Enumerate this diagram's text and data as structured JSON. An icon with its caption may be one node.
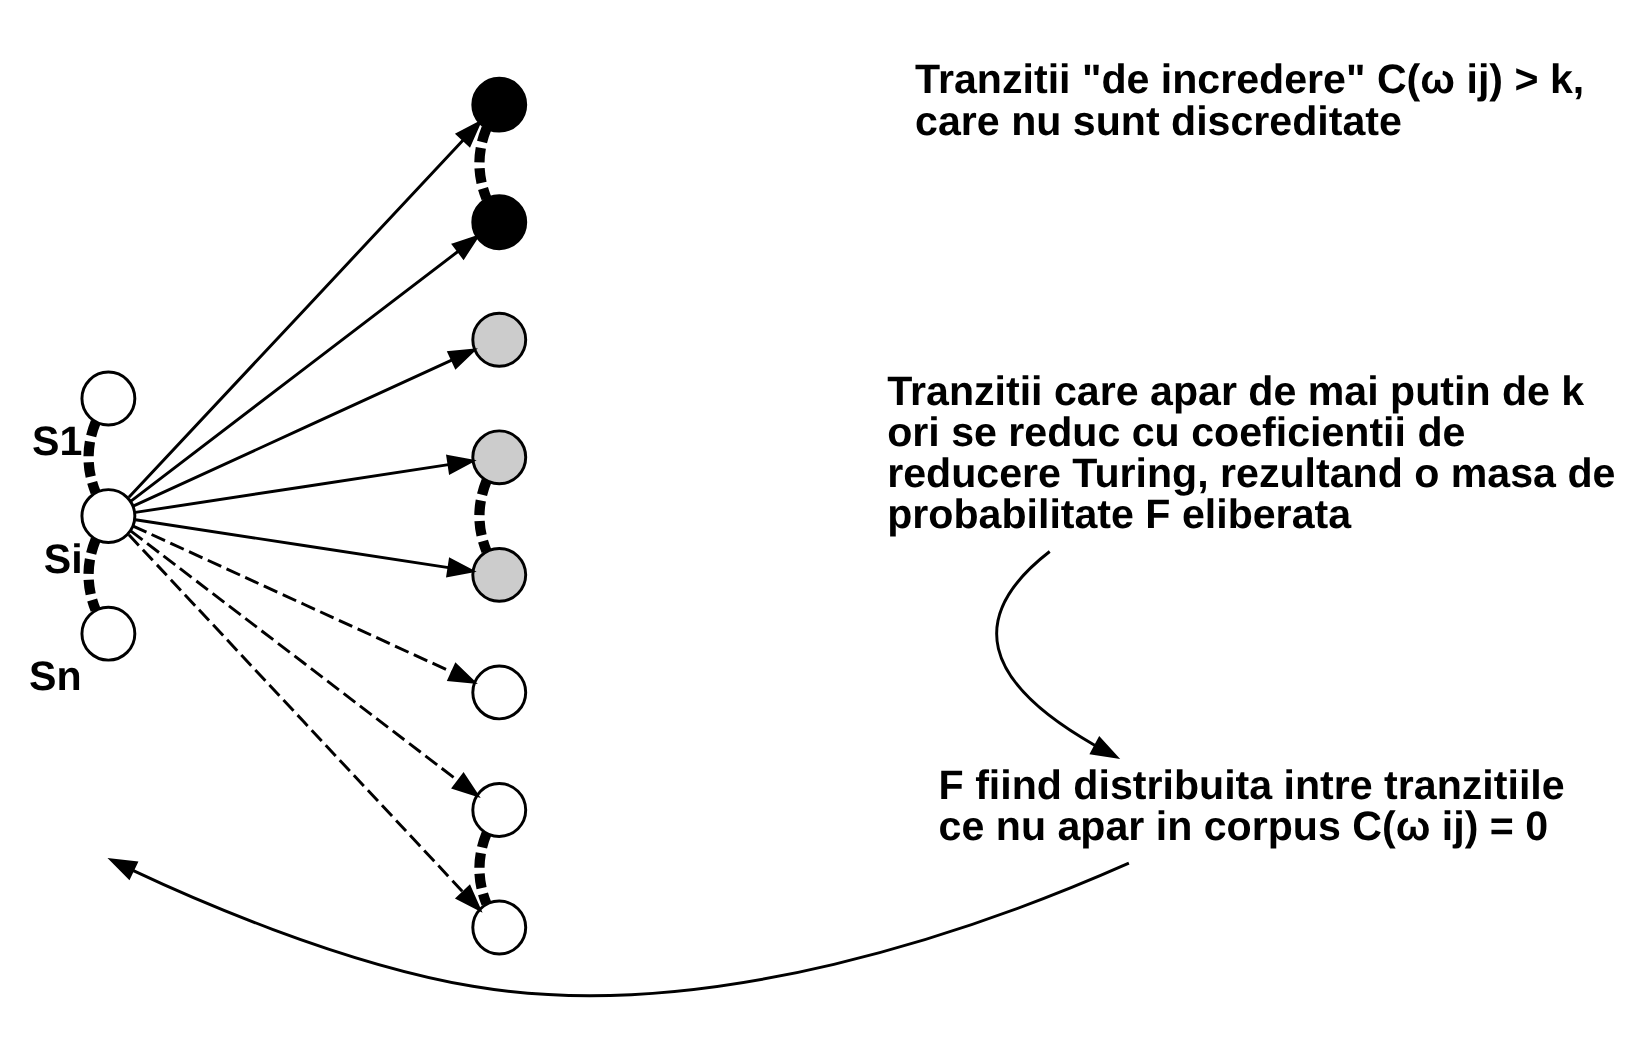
{
  "diagram": {
    "nodes": [
      {
        "text": [],
        "shape": "circle",
        "beside": [
          "S1"
        ]
      },
      {
        "text": [],
        "shape": "circle",
        "beside": [
          "Si"
        ]
      },
      {
        "text": [],
        "shape": "circle",
        "beside": [
          "Sn"
        ]
      },
      {
        "text": [],
        "shape": "circle"
      },
      {
        "text": [],
        "shape": "circle"
      },
      {
        "text": [],
        "shape": "circle"
      },
      {
        "text": [],
        "shape": "circle"
      },
      {
        "text": [],
        "shape": "circle"
      },
      {
        "text": [],
        "shape": "circle"
      },
      {
        "text": [],
        "shape": "circle"
      },
      {
        "text": [],
        "shape": "circle"
      },
      {
        "text": [
          "Tranzitii \"de incredere\" C(ω ij) > k, care nu sunt discreditate"
        ]
      },
      {
        "text": [
          "Tranzitii care apar de mai putin de k ori se reduc cu coeficientii de reducere Turing, rezultand o masa de probabilitate F eliberata"
        ]
      },
      {
        "text": [
          "F fiind distribuita intre tranzitiile ce nu apar in corpus C(ω ij) = 0"
        ]
      }
    ],
    "edges": [
      {
        "from": 0,
        "to": 1,
        "arrow": "none",
        "style": "dashed"
      },
      {
        "from": 1,
        "to": 2,
        "arrow": "none",
        "style": "dashed"
      },
      {
        "from": 1,
        "to": 3,
        "arrow": "to"
      },
      {
        "from": 1,
        "to": 4,
        "arrow": "to"
      },
      {
        "from": 1,
        "to": 5,
        "arrow": "to"
      },
      {
        "from": 1,
        "to": 6,
        "arrow": "to"
      },
      {
        "from": 1,
        "to": 7,
        "arrow": "to"
      },
      {
        "from": 1,
        "to": 8,
        "arrow": "to",
        "style": "dashed"
      },
      {
        "from": 1,
        "to": 9,
        "arrow": "to",
        "style": "dashed"
      },
      {
        "from": 1,
        "to": 10,
        "arrow": "to",
        "style": "dashed"
      },
      {
        "from": 3,
        "to": 4,
        "arrow": "none",
        "style": "dashed"
      },
      {
        "from": 6,
        "to": 7,
        "arrow": "none",
        "style": "dashed"
      },
      {
        "from": 9,
        "to": 10,
        "arrow": "none",
        "style": "dashed"
      },
      {
        "from": 12,
        "to": 13,
        "arrow": "to"
      },
      {
        "from": 13,
        "to": null,
        "arrow": "to"
      }
    ]
  }
}
